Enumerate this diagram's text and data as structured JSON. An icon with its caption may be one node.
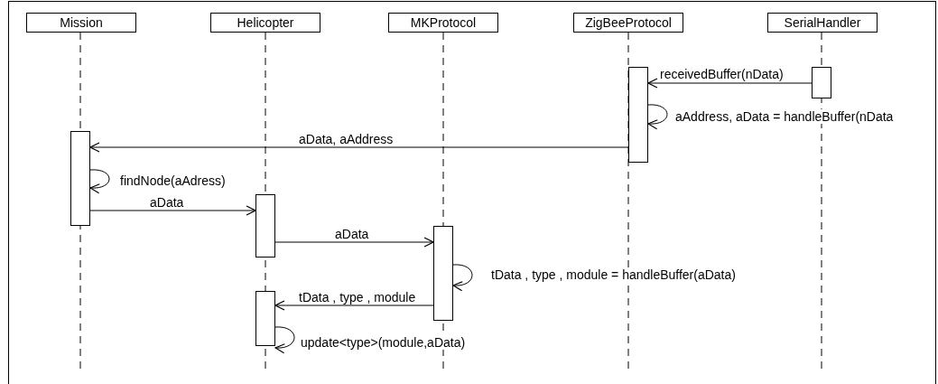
{
  "diagram": {
    "nodes": [
      {
        "text": [
          "Mission"
        ]
      },
      {
        "text": [
          "Helicopter"
        ]
      },
      {
        "text": [
          "MKProtocol"
        ]
      },
      {
        "text": [
          "ZigBeeProtocol"
        ]
      },
      {
        "text": [
          "SerialHandler"
        ]
      },
      {
        "text": [],
        "shape": "bar"
      },
      {
        "text": [],
        "shape": "bar"
      },
      {
        "text": [],
        "shape": "bar"
      },
      {
        "text": [],
        "shape": "bar"
      },
      {
        "text": [],
        "shape": "bar"
      },
      {
        "text": [],
        "shape": "bar"
      }
    ],
    "edges": [
      {
        "from": 6,
        "to": 5,
        "arrow": "to",
        "label": "receivedBuffer(nData)"
      },
      {
        "from": 5,
        "to": 5,
        "arrow": "to",
        "label": "aAddress, aData = handleBuffer(nData"
      },
      {
        "from": 5,
        "to": 7,
        "arrow": "to",
        "label": "aData, aAddress"
      },
      {
        "from": 7,
        "to": 7,
        "arrow": "to",
        "label": "findNode(aAdress)"
      },
      {
        "from": 7,
        "to": 8,
        "arrow": "to",
        "label": "aData"
      },
      {
        "from": 8,
        "to": 9,
        "arrow": "to",
        "label": "aData"
      },
      {
        "from": 9,
        "to": 9,
        "arrow": "to",
        "label": "tData , type , module = handleBuffer(aData)"
      },
      {
        "from": 9,
        "to": 10,
        "arrow": "to",
        "label": "tData , type , module"
      },
      {
        "from": 10,
        "to": 10,
        "arrow": "to",
        "label": "update<type>(module,aData)"
      }
    ]
  }
}
